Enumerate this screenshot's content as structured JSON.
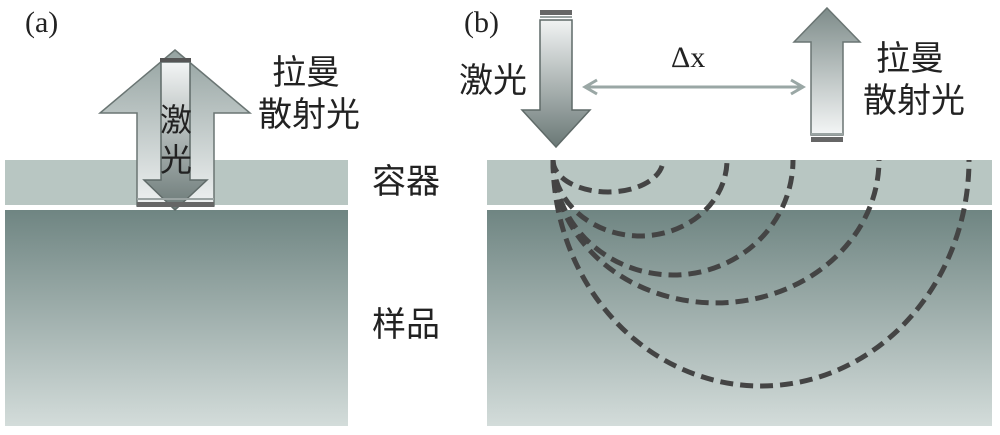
{
  "panels": {
    "a": {
      "label": "(a)",
      "laser_label": [
        "激",
        "光"
      ],
      "raman_label": [
        "拉曼",
        "散射光"
      ]
    },
    "b": {
      "label": "(b)",
      "laser_label": "激光",
      "offset_label": "Δx",
      "raman_label": [
        "拉曼",
        "散射光"
      ]
    }
  },
  "layers": {
    "container": "容器",
    "sample": "样品"
  },
  "colors": {
    "container_fill": "#b8c6c2",
    "sample_top": "#6f8582",
    "sample_bottom": "#cdd8d6",
    "dashed_path": "#444444",
    "offset_arrow": "#9aa7a5"
  }
}
